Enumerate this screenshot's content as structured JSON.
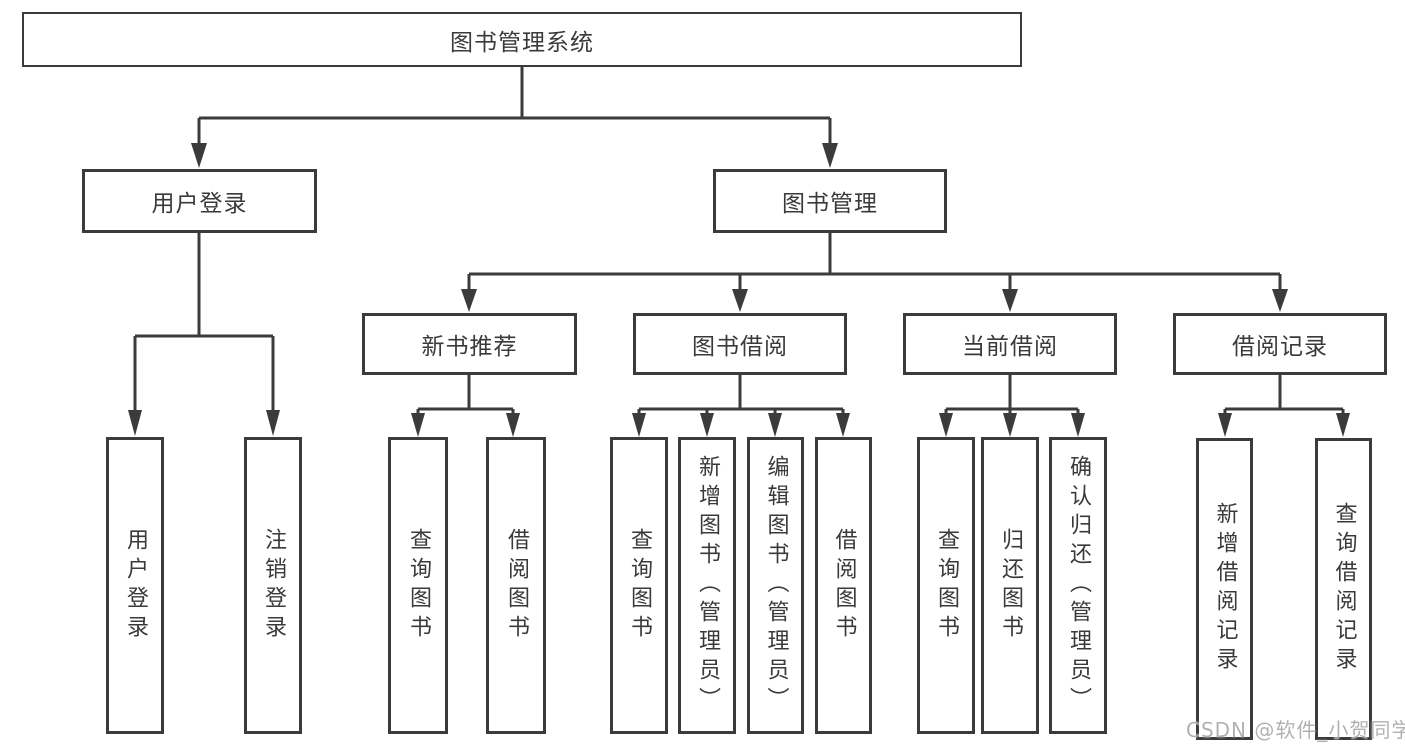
{
  "diagram": {
    "title": "图书管理系统",
    "watermark": "CSDN @软件_小贺同学",
    "colors": {
      "line": "#3b3b3b",
      "text": "#3a3a3a",
      "box_background": "#ffffff",
      "watermark": "#ababab"
    },
    "branches": [
      {
        "label": "用户登录",
        "children": [
          {
            "label": "用户登录"
          },
          {
            "label": "注销登录"
          }
        ]
      },
      {
        "label": "图书管理",
        "children": [
          {
            "label": "新书推荐",
            "children": [
              {
                "label": "查询图书"
              },
              {
                "label": "借阅图书"
              }
            ]
          },
          {
            "label": "图书借阅",
            "children": [
              {
                "label": "查询图书"
              },
              {
                "label": "新增图书（管理员）"
              },
              {
                "label": "编辑图书（管理员）"
              },
              {
                "label": "借阅图书"
              }
            ]
          },
          {
            "label": "当前借阅",
            "children": [
              {
                "label": "查询图书"
              },
              {
                "label": "归还图书"
              },
              {
                "label": "确认归还（管理员）"
              }
            ]
          },
          {
            "label": "借阅记录",
            "children": [
              {
                "label": "新增借阅记录"
              },
              {
                "label": "查询借阅记录"
              }
            ]
          }
        ]
      }
    ]
  }
}
